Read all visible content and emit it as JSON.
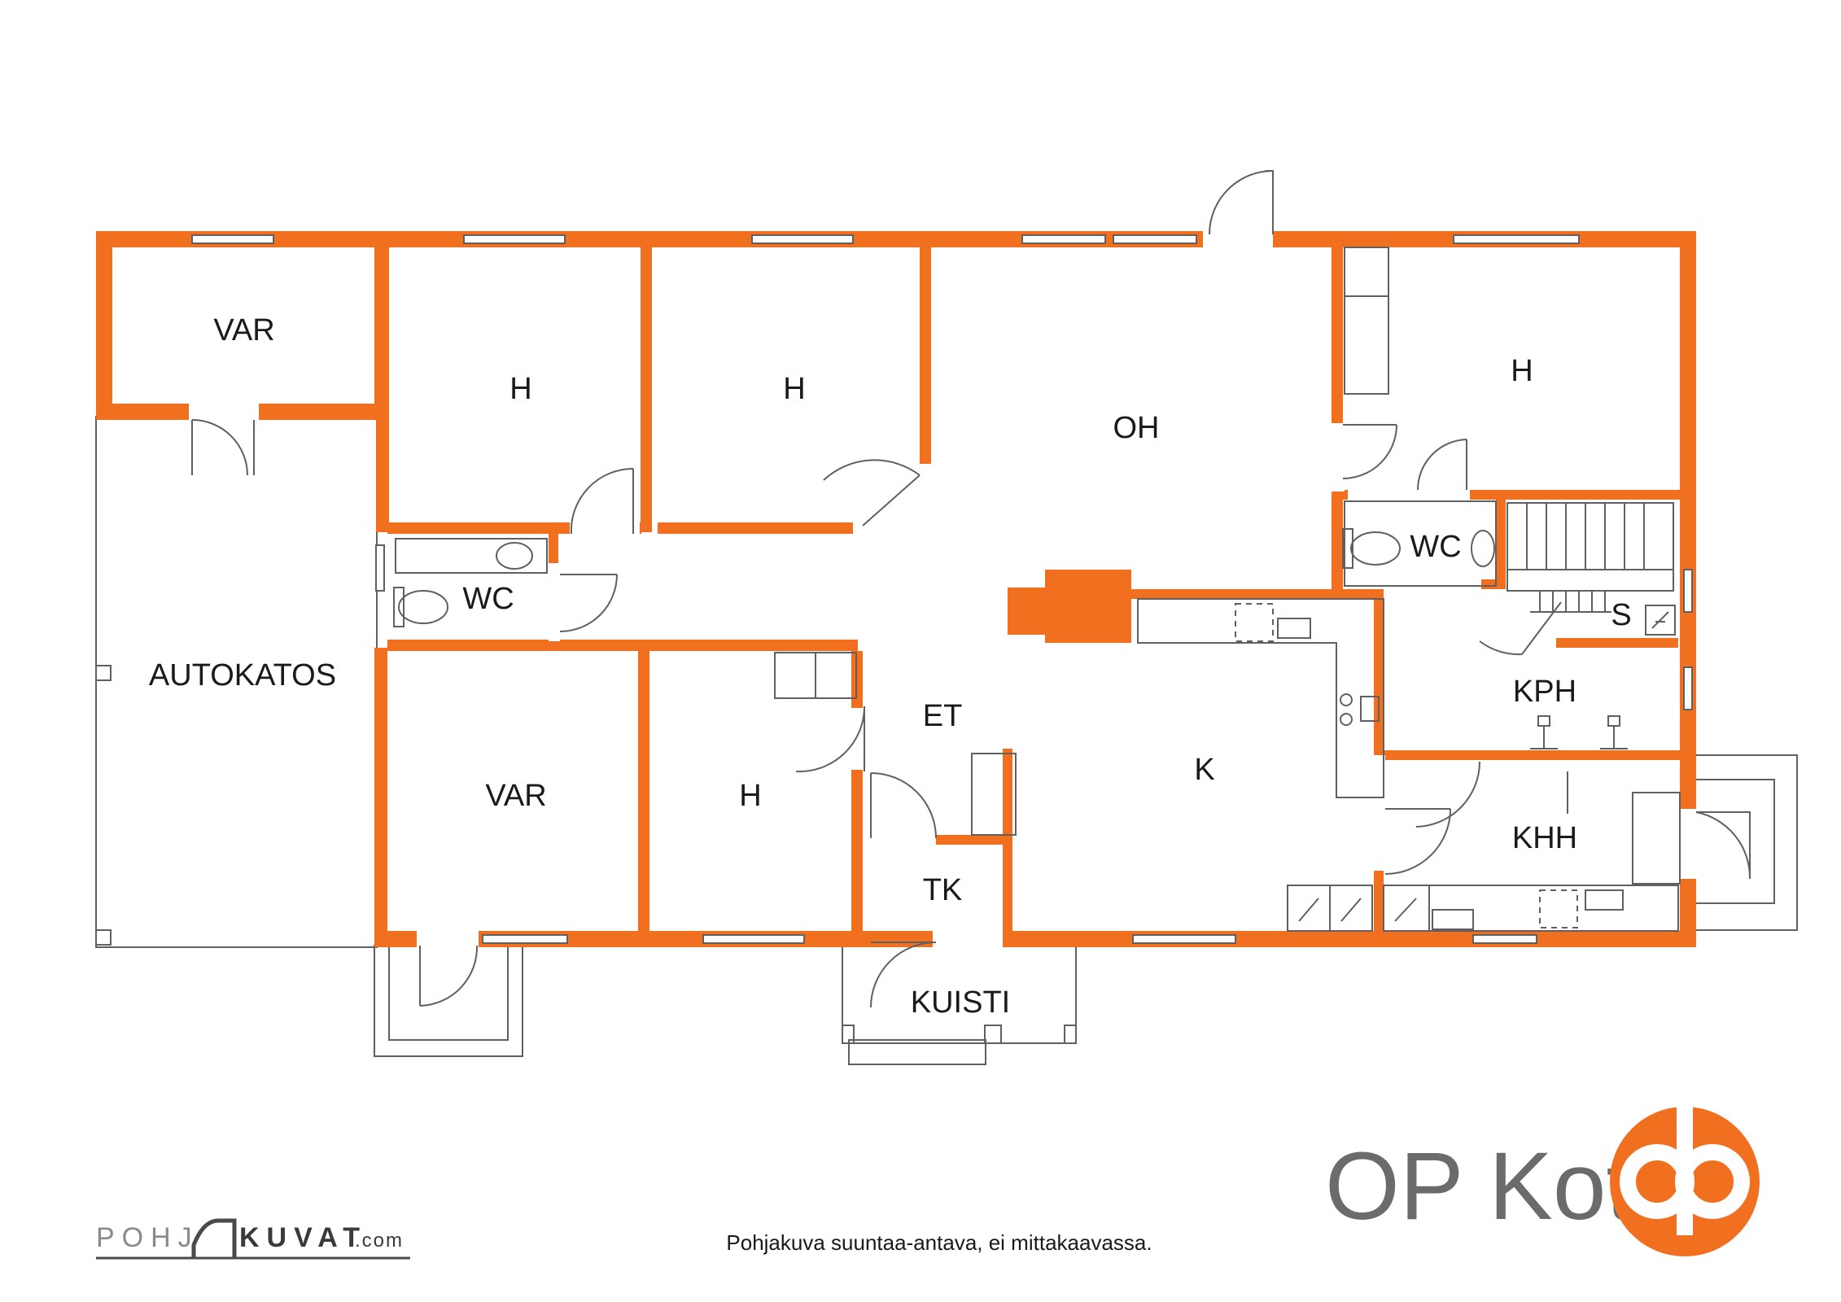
{
  "plan": {
    "rooms": {
      "var_top": "VAR",
      "h_1": "H",
      "h_2": "H",
      "oh": "OH",
      "h_3": "H",
      "wc_left": "WC",
      "autokatos": "AUTOKATOS",
      "var_bottom": "VAR",
      "h_4": "H",
      "et": "ET",
      "tk": "TK",
      "kuisti": "KUISTI",
      "k": "K",
      "wc_right": "WC",
      "s": "S",
      "kph": "KPH",
      "khh": "KHH"
    }
  },
  "brand": {
    "name": "OP Koti",
    "logo_color": "#f07020",
    "wall_color": "#f07020"
  },
  "footer": {
    "caption": "Pohjakuva suuntaa-antava, ei mittakaavassa.",
    "pohjakuvat_left": "POHJ",
    "pohjakuvat_right": "KUVAT",
    "pohjakuvat_suffix": ".com"
  }
}
